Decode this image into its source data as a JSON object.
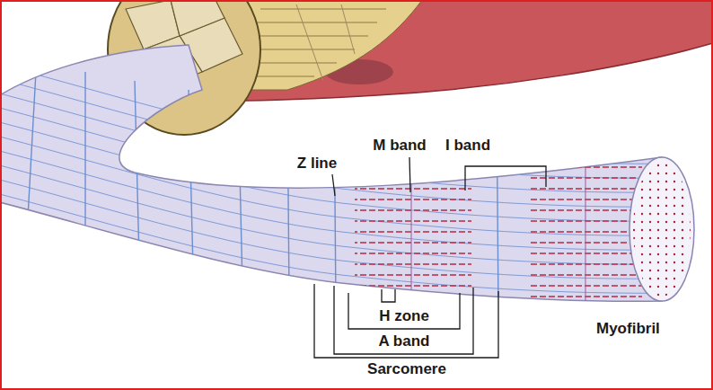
{
  "diagram": {
    "labels": [
      "Z line",
      "M band",
      "I band",
      "H zone",
      "A band",
      "Sarcomere",
      "Myofibril"
    ]
  }
}
